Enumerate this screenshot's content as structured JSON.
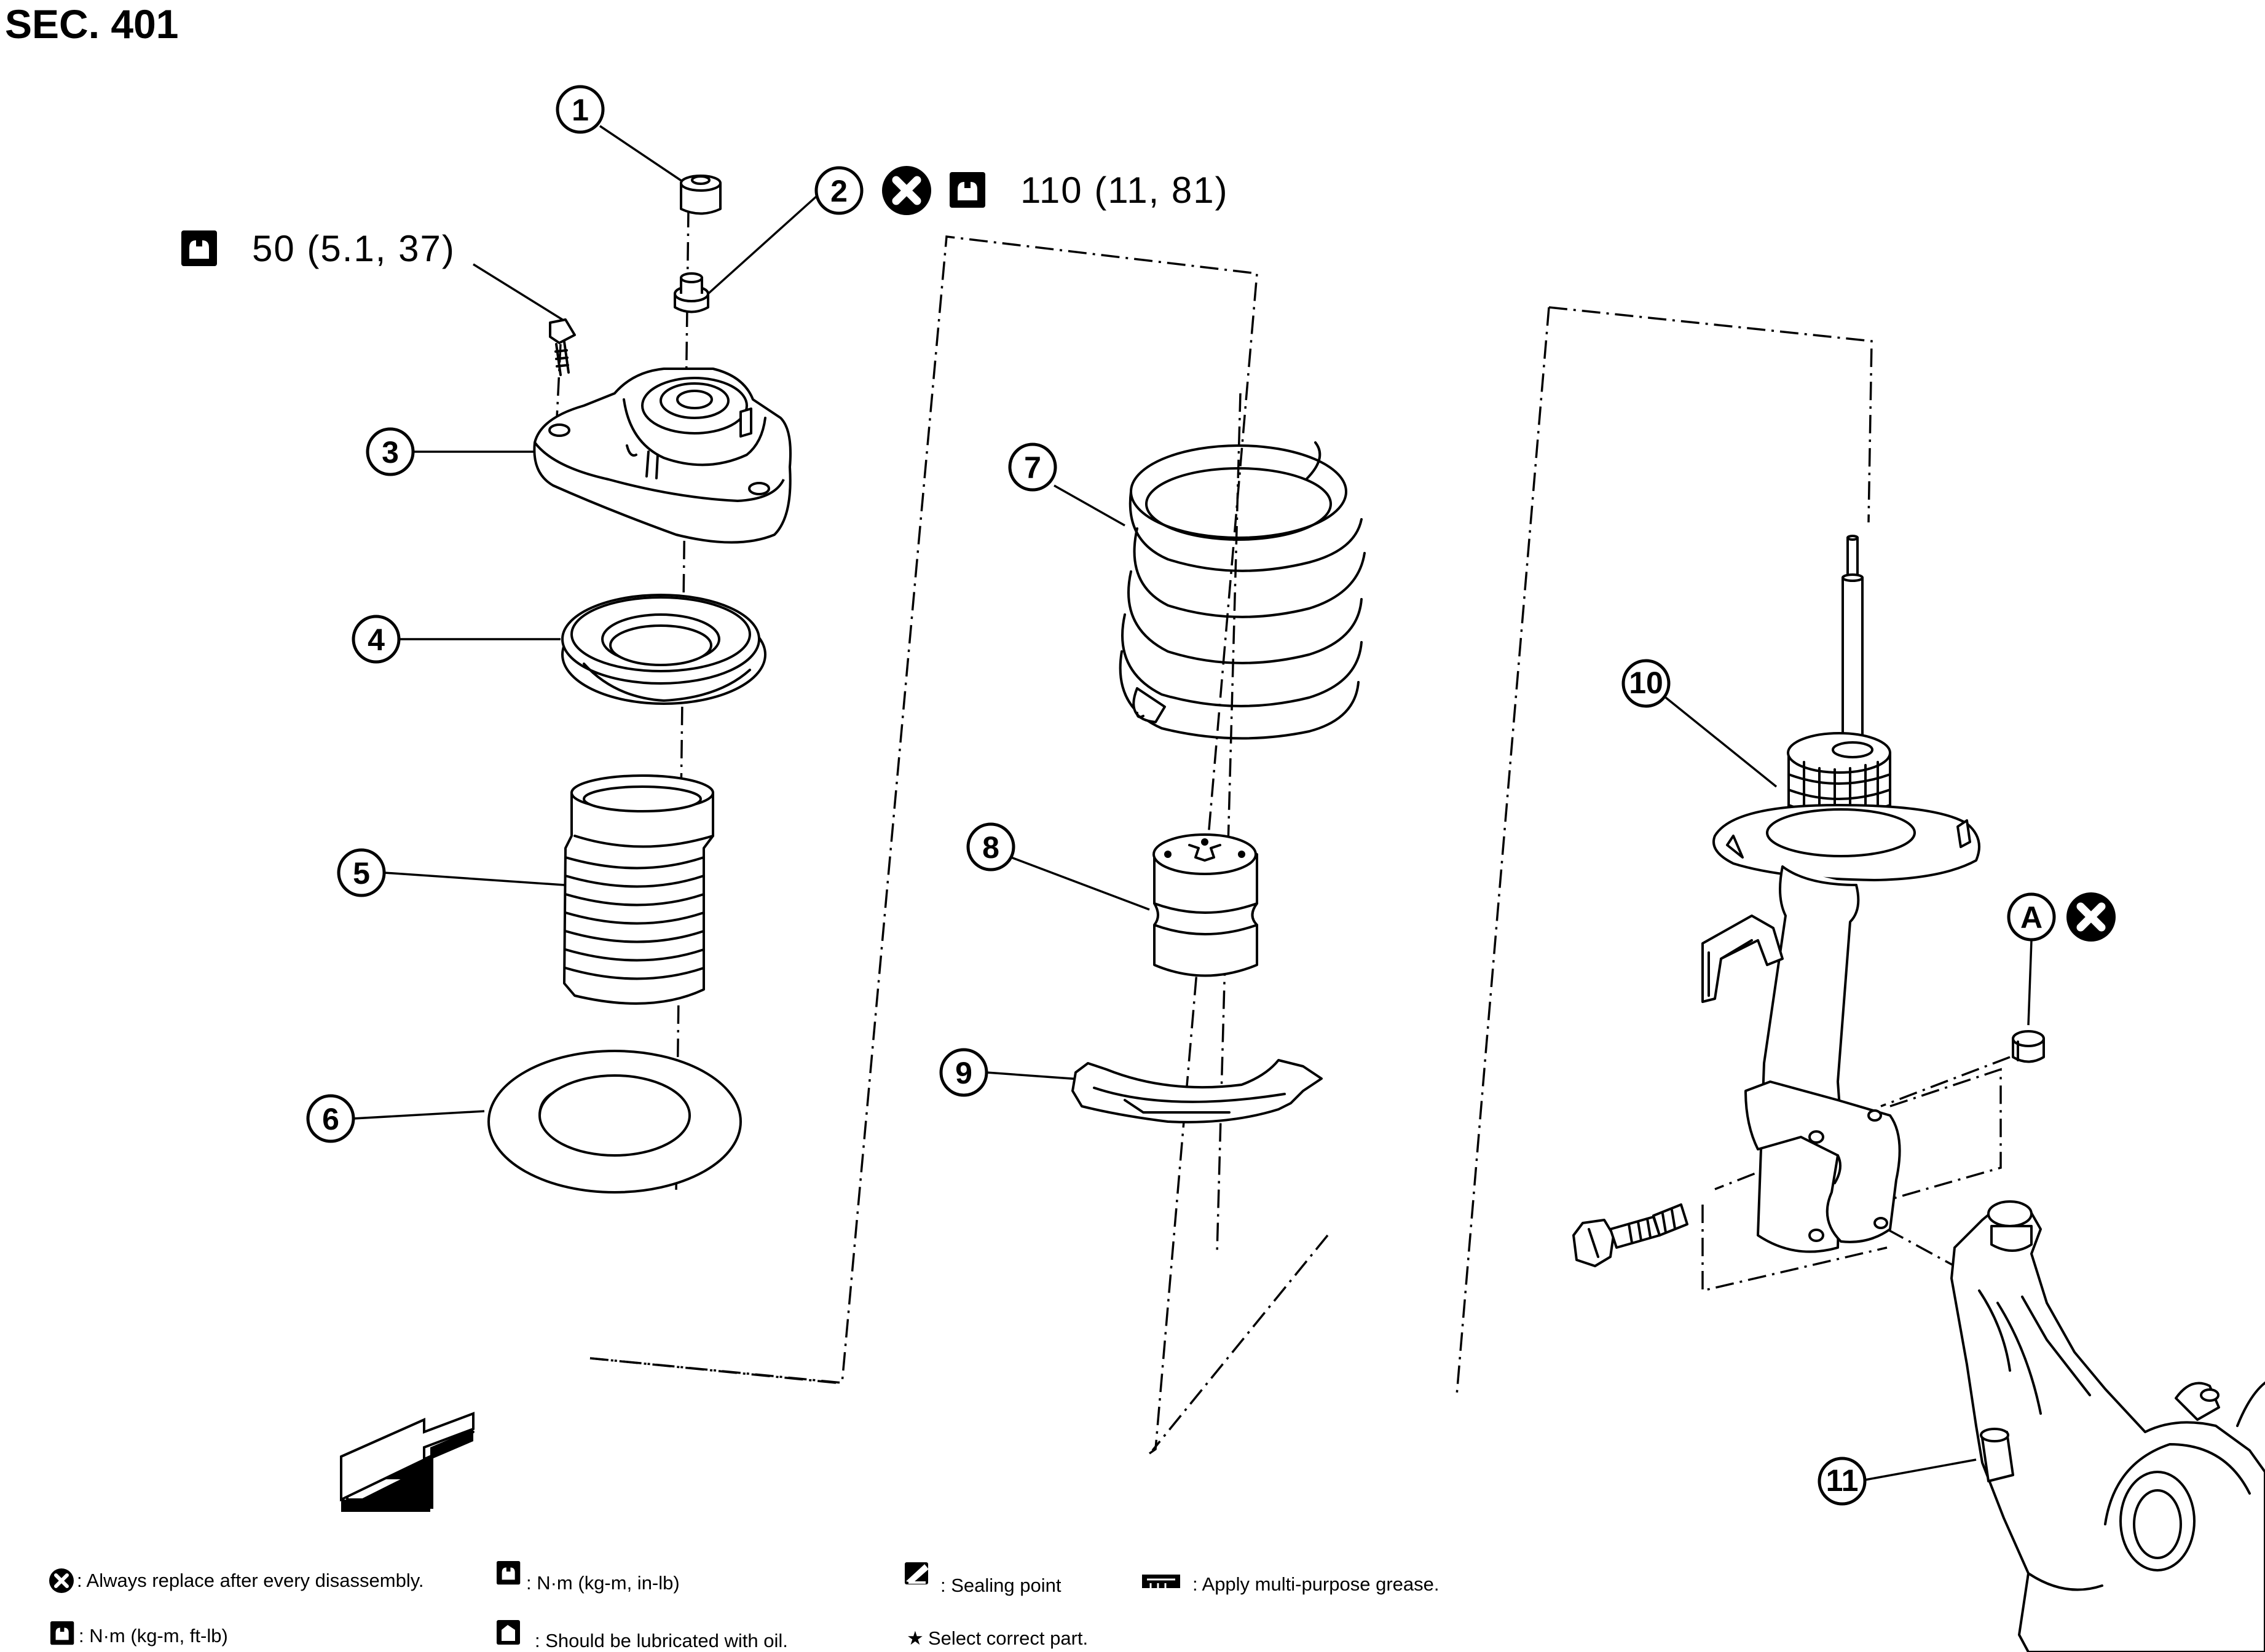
{
  "section_label": "SEC. 401",
  "torque_specs": [
    {
      "value": "110 (11, 81)"
    },
    {
      "value": "50 (5.1, 37)"
    }
  ],
  "callouts": [
    "1",
    "2",
    "3",
    "4",
    "5",
    "6",
    "7",
    "8",
    "9",
    "10",
    "11"
  ],
  "reference_mark": "A",
  "legend": [
    {
      "icon": "replace-icon",
      "text": ": Always replace after every disassembly."
    },
    {
      "icon": "torque-wrench-icon",
      "text": ": N·m (kg-m, ft-lb)"
    },
    {
      "icon": "torque-wrench-icon",
      "text": ": N·m (kg-m, in-lb)"
    },
    {
      "icon": "oil-can-icon",
      "text": ": Should be lubricated with oil."
    },
    {
      "icon": "sealing-point-icon",
      "text": ": Sealing point"
    },
    {
      "icon": "star-icon",
      "text": " Select correct part."
    },
    {
      "icon": "grease-icon",
      "text": ": Apply multi-purpose grease."
    }
  ]
}
